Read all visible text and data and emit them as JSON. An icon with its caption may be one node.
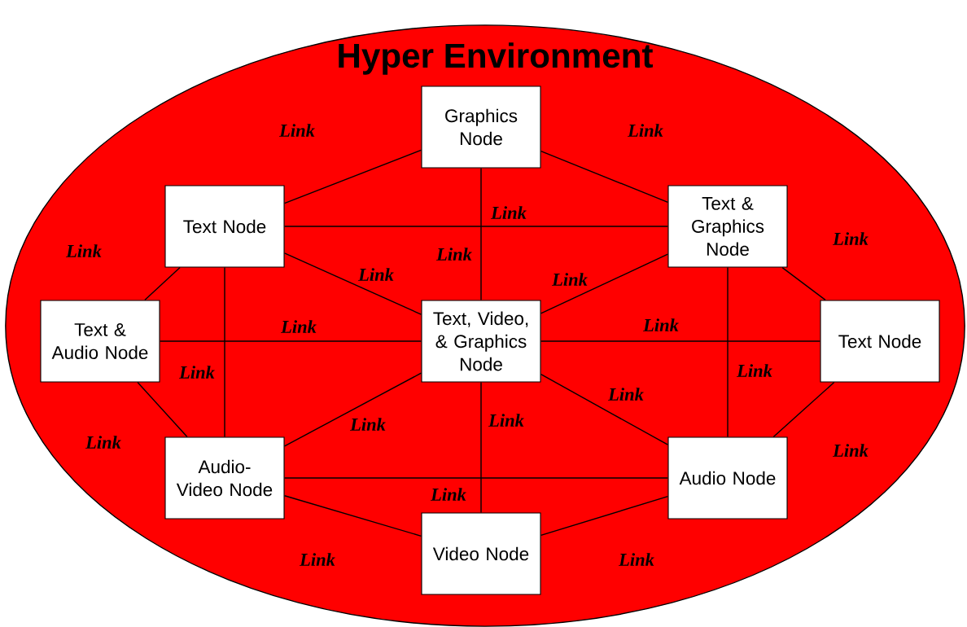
{
  "diagram": {
    "nodes": [
      {
        "text": [
          "Hyper Environment"
        ]
      },
      {
        "text": [
          "Graphics Node"
        ],
        "in": 0
      },
      {
        "text": [
          "Text Node"
        ],
        "in": 0
      },
      {
        "text": [
          "Text & Graphics Node"
        ],
        "in": 0
      },
      {
        "text": [
          "Text & Audio Node"
        ],
        "in": 0
      },
      {
        "text": [
          "Text, Video, & Graphics Node"
        ],
        "in": 0
      },
      {
        "text": [
          "Text Node"
        ],
        "in": 0
      },
      {
        "text": [
          "Audio- Video Node"
        ],
        "in": 0
      },
      {
        "text": [
          "Audio Node"
        ],
        "in": 0
      },
      {
        "text": [
          "Video Node"
        ],
        "in": 0
      }
    ],
    "edges": [
      {
        "from": 1,
        "to": 2,
        "arrow": "none",
        "label": "Link"
      },
      {
        "from": 1,
        "to": 3,
        "arrow": "none",
        "label": "Link"
      },
      {
        "from": 1,
        "to": 5,
        "arrow": "none",
        "label": "Link"
      },
      {
        "from": 2,
        "to": 3,
        "arrow": "none",
        "label": "Link"
      },
      {
        "from": 2,
        "to": 4,
        "arrow": "none",
        "label": "Link"
      },
      {
        "from": 2,
        "to": 5,
        "arrow": "none",
        "label": "Link"
      },
      {
        "from": 2,
        "to": 7,
        "arrow": "none",
        "label": "Link"
      },
      {
        "from": 3,
        "to": 5,
        "arrow": "none",
        "label": "Link"
      },
      {
        "from": 3,
        "to": 6,
        "arrow": "none",
        "label": "Link"
      },
      {
        "from": 3,
        "to": 8,
        "arrow": "none",
        "label": "Link"
      },
      {
        "from": 4,
        "to": 5,
        "arrow": "none",
        "label": "Link"
      },
      {
        "from": 4,
        "to": 7,
        "arrow": "none",
        "label": "Link"
      },
      {
        "from": 5,
        "to": 6,
        "arrow": "none",
        "label": "Link"
      },
      {
        "from": 5,
        "to": 7,
        "arrow": "none",
        "label": "Link"
      },
      {
        "from": 5,
        "to": 8,
        "arrow": "none",
        "label": "Link"
      },
      {
        "from": 5,
        "to": 9,
        "arrow": "none",
        "label": "Link"
      },
      {
        "from": 7,
        "to": 8,
        "arrow": "none",
        "label": "Link"
      },
      {
        "from": 6,
        "to": 8,
        "arrow": "none",
        "label": "Link"
      },
      {
        "from": 7,
        "to": 9,
        "arrow": "none",
        "label": "Link"
      },
      {
        "from": 8,
        "to": 9,
        "arrow": "none",
        "label": "Link"
      }
    ]
  }
}
